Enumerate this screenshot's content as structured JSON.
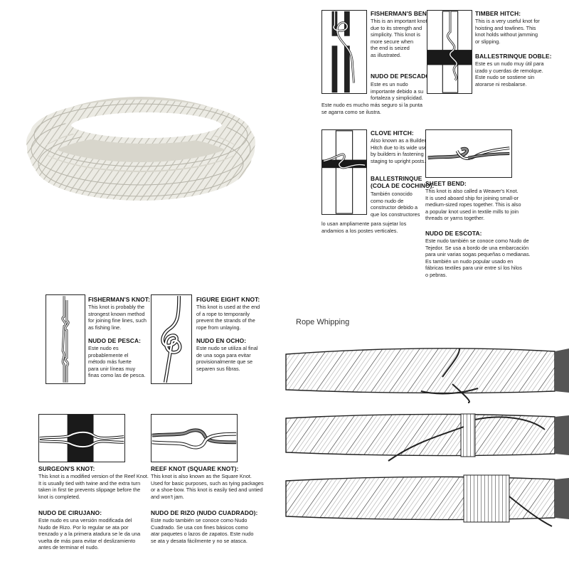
{
  "knots": {
    "fishermans_bend": {
      "title": "FISHERMAN'S BEND:",
      "text": "This is an important knot\ndue to its strength and\nsimplicity. This knot is\nmore secure when\nthe end is seized\nas illustrated.",
      "es_title": "NUDO DE PESCADOR:",
      "es_text": "Este es un nudo\nimportante debido a su\nfortaleza y simplicidad.",
      "es_text_wide": "Este nudo es mucho más seguro si la punta\nse agarra como se ilustra."
    },
    "timber_hitch": {
      "title": "TIMBER HITCH:",
      "text": "This is a very useful knot for\nhoisting and towlines. This\nknot holds without jamming\nor slipping.",
      "es_title": "BALLESTRINQUE DOBLE:",
      "es_text": "Este es un nudo muy útil para\nizado y cuerdas de remolque.\nEste nudo se sostiene sin\natorarse ni resbalarse."
    },
    "clove_hitch": {
      "title": "CLOVE HITCH:",
      "text": "Also known as a Builder's\nHitch due to its wide use\nby builders in fastening\nstaging to upright posts.",
      "es_title": "BALLESTRINQUE\n(COLA DE COCHINO):",
      "es_text": "También conocido\ncomo nudo de\nconstructor debido a\nque los constructores",
      "es_text_wide": "lo usan ampliamente para sujetar los\nandamios a los postes verticales."
    },
    "sheet_bend": {
      "title": "SHEET BEND:",
      "text": "This knot is also called a Weaver's Knot.\nIt is used aboard ship for joining small-or\nmedium-sized ropes together. This is also\na popular knot used in textile mills to join\nthreads or yarns together.",
      "es_title": "NUDO DE ESCOTA:",
      "es_text": "Este nudo también se conoce como Nudo de\nTejedor. Se usa a bordo de una embarcación\npara unir varias sogas pequeñas o medianas.\nEs también un nudo popular usado en\nfábricas textiles para unir entre sí los hilos\no pebras."
    },
    "fishermans_knot": {
      "title": "FISHERMAN'S KNOT:",
      "text": "This knot is probably the\nstrongest known method\nfor joining fine lines, such\nas fishing line.",
      "es_title": "NUDO DE PESCA:",
      "es_text": "Este nudo es\nprobablemente el\nmétodo más fuerte\npara unir líneas muy\nfinas como las de pesca."
    },
    "figure_eight": {
      "title": "FIGURE EIGHT KNOT:",
      "text": "This knot is used at the end\nof a rope to temporarily\nprevent the strands of the\nrope from unlaying.",
      "es_title": "NUDO EN OCHO:",
      "es_text": "Este nudo se utiliza al final\nde una soga para evitar\nprovisionalmente que se\nseparen sus fibras."
    },
    "surgeons_knot": {
      "title": "SURGEON'S KNOT:",
      "text": "This knot is a modified version of the Reef Knot.\nIt is usually tied with twine and the extra turn\ntaken in first tie prevents slippage before the\nknot is completed.",
      "es_title": "NUDO DE CIRUJANO:",
      "es_text": "Este nudo es una versión modificada del\nNudo de Rizo.  Por lo regular se ata por\ntrenzado y a la primera atadura se le da una\nvuelta de más para evitar el deslizamiento\nantes de terminar el nudo."
    },
    "reef_knot": {
      "title": "REEF KNOT (SQUARE KNOT):",
      "text": "This knot is also known as the Square Knot.\nUsed for basic purposes, such as tying packages\nor a shoe-bow.  This knot is easily tied and untied\nand won't jam.",
      "es_title": "NUDO DE RIZO (NUDO CUADRADO):",
      "es_text": "Este nudo también se conoce como Nudo\nCuadrado. Se usa con fines básicos como\natar paquetes o lazos de zapatos. Este nudo\nse ata y desata fácilmente y no se atasca."
    }
  },
  "rope_whipping": {
    "caption": "Rope Whipping"
  },
  "colors": {
    "ink": "#111111",
    "band": "#1a1a1a",
    "rope": "#e8e6de",
    "line": "#555555"
  }
}
